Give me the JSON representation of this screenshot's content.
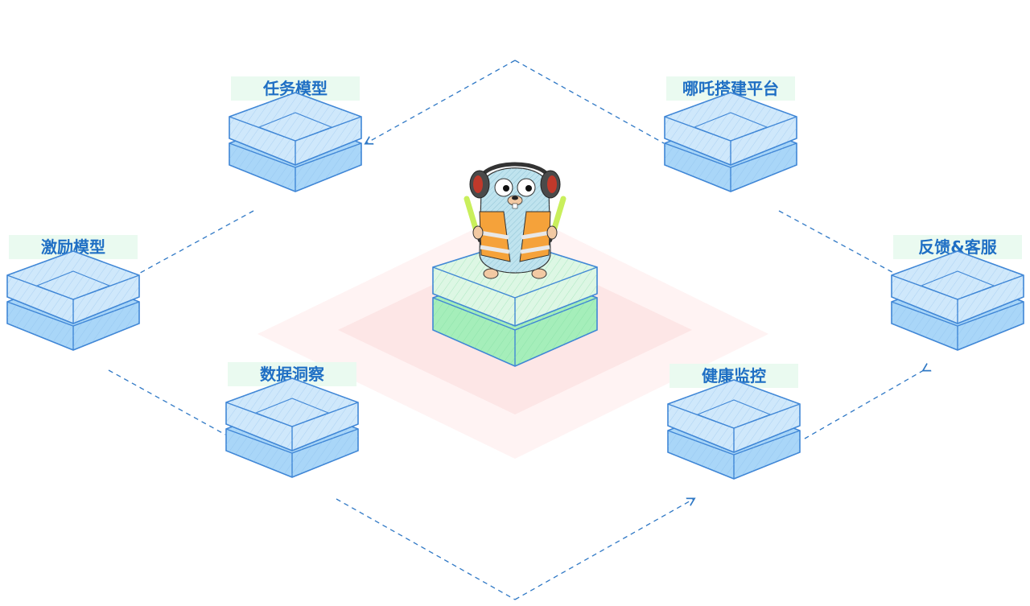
{
  "nodes": [
    {
      "id": "task",
      "label": "任务模型"
    },
    {
      "id": "platform",
      "label": "哪吒搭建平台"
    },
    {
      "id": "incent",
      "label": "激励模型"
    },
    {
      "id": "feedback",
      "label": "反馈&客服"
    },
    {
      "id": "data",
      "label": "数据洞察"
    },
    {
      "id": "health",
      "label": "健康监控"
    }
  ],
  "colors": {
    "blue_top": "#cfe8fb",
    "blue_bottom": "#a9d6f8",
    "blue_stroke": "#3f86d6",
    "green_top": "#ddf7e4",
    "green_bottom": "#a5eeba",
    "label_bg": "#eafaf0",
    "label_text": "#1f6fc4",
    "dash": "#2f78c5",
    "floor": "#fdeaea"
  }
}
